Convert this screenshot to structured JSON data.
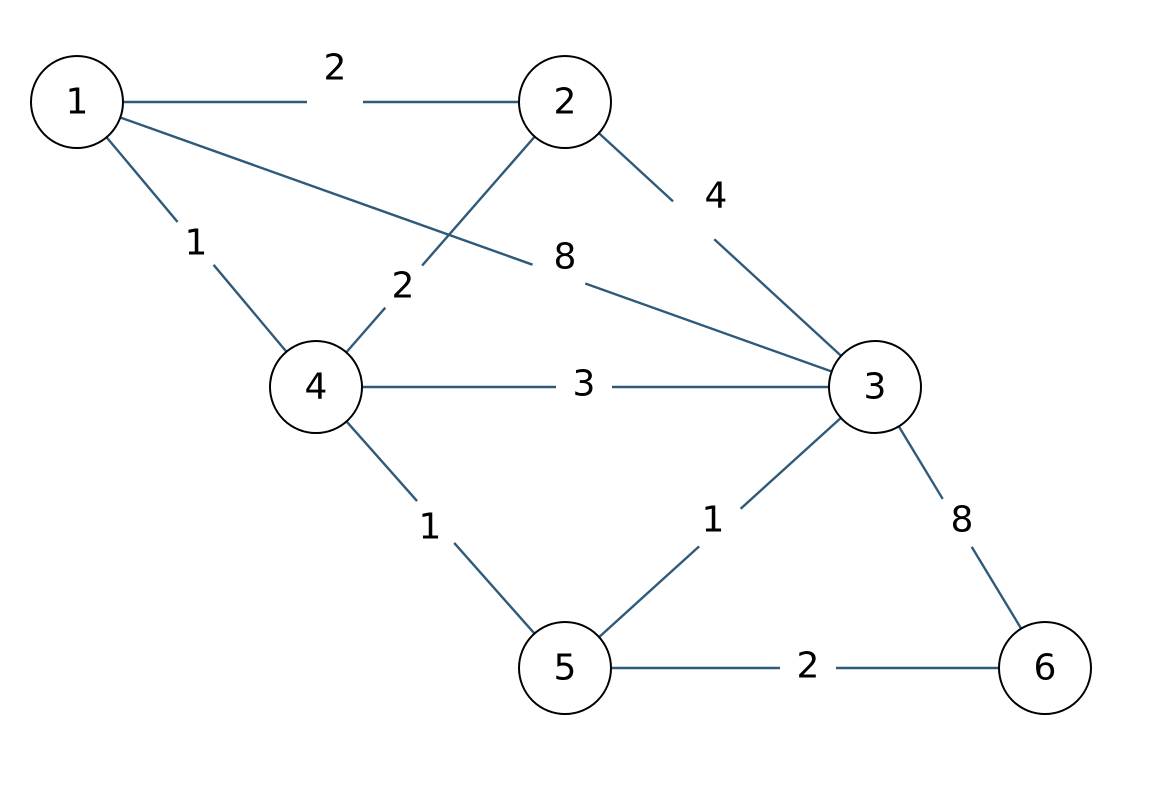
{
  "graph": {
    "nodes": [
      {
        "id": "1",
        "label": "1"
      },
      {
        "id": "2",
        "label": "2"
      },
      {
        "id": "3",
        "label": "3"
      },
      {
        "id": "4",
        "label": "4"
      },
      {
        "id": "5",
        "label": "5"
      },
      {
        "id": "6",
        "label": "6"
      }
    ],
    "edges": [
      {
        "from": "1",
        "to": "2",
        "weight": "2"
      },
      {
        "from": "1",
        "to": "4",
        "weight": "1"
      },
      {
        "from": "1",
        "to": "3",
        "weight": "8"
      },
      {
        "from": "2",
        "to": "4",
        "weight": "2"
      },
      {
        "from": "2",
        "to": "3",
        "weight": "4"
      },
      {
        "from": "4",
        "to": "3",
        "weight": "3"
      },
      {
        "from": "4",
        "to": "5",
        "weight": "1"
      },
      {
        "from": "3",
        "to": "5",
        "weight": "1"
      },
      {
        "from": "3",
        "to": "6",
        "weight": "8"
      },
      {
        "from": "5",
        "to": "6",
        "weight": "2"
      }
    ],
    "colors": {
      "edge": "#2f5a7a",
      "node_stroke": "#000000",
      "node_fill": "#ffffff",
      "text": "#000000"
    }
  }
}
